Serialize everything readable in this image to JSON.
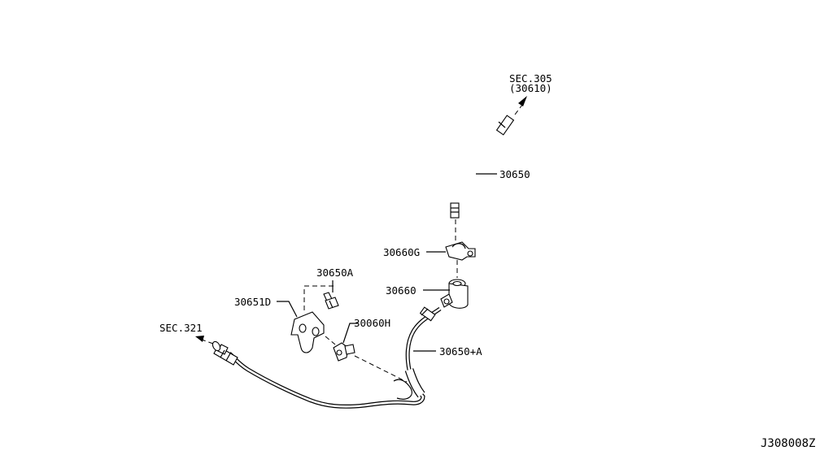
{
  "diagram": {
    "sec_305": "SEC.305",
    "sec_305_ref": "(30610)",
    "sec_321": "SEC.321",
    "part_30650": "30650",
    "part_30660g": "30660G",
    "part_30660": "30660",
    "part_30650a": "30650A",
    "part_30651d": "30651D",
    "part_30060h": "30060H",
    "part_30650_a": "30650+A",
    "drawing_code": "J308008Z"
  }
}
